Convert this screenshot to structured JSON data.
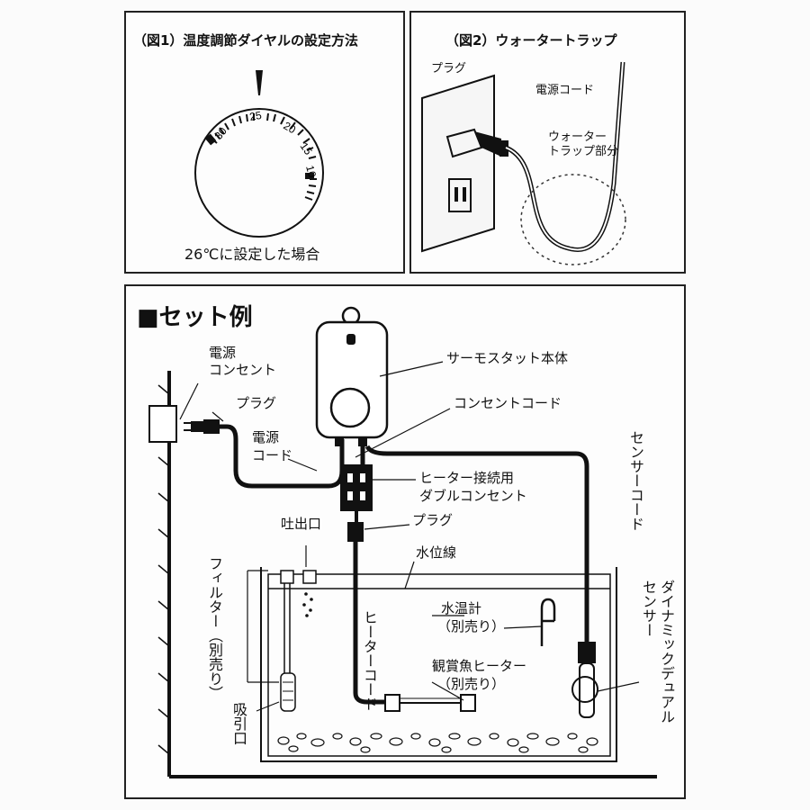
{
  "fig1": {
    "title": "（図1）温度調節ダイヤルの設定方法",
    "ticks": [
      "30",
      "25",
      "20",
      "15",
      "10"
    ],
    "caption": "26℃に設定した場合"
  },
  "fig2": {
    "title": "（図2）ウォータートラップ",
    "plug": "プラグ",
    "power_cord": "電源コード",
    "trap_line1": "ウォーター",
    "trap_line2": "トラップ部分"
  },
  "set": {
    "title": "■セット例",
    "outlet_line1": "電源",
    "outlet_line2": "コンセント",
    "plug": "プラグ",
    "power_cord_line1": "電源",
    "power_cord_line2": "コード",
    "body": "サーモスタット本体",
    "outlet_cord": "コンセントコード",
    "double_outlet_line1": "ヒーター接続用",
    "double_outlet_line2": "ダブルコンセント",
    "heater_plug": "プラグ",
    "sensor_cord": "センサーコード",
    "outlet_mouth": "吐出口",
    "water_level": "水位線",
    "filter": "フィルター（別売り）",
    "heater_cord": "ヒーターコード",
    "thermometer_line1": "水温計",
    "thermometer_line2": "（別売り）",
    "heater_line1": "観賞魚ヒーター",
    "heater_line2": "（別売り）",
    "intake": "吸引口",
    "dyn_sensor_line1": "ダイナミックデュアル",
    "dyn_sensor_line2": "センサー"
  }
}
